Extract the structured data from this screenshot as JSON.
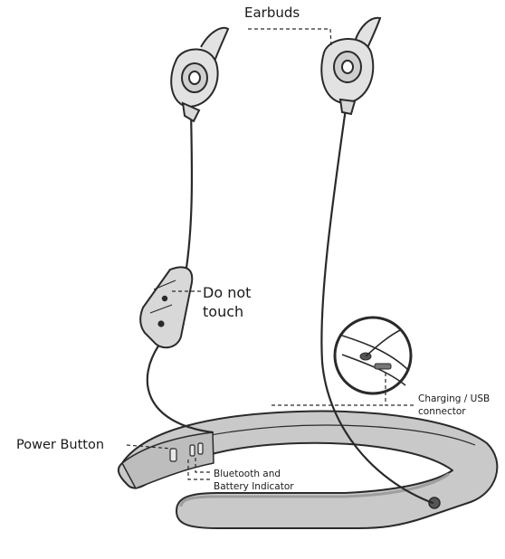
{
  "labels": {
    "earbuds": "Earbuds",
    "do_not_touch_line1": "Do not",
    "do_not_touch_line2": "touch",
    "charging_line1": "Charging / USB",
    "charging_line2": "connector",
    "power_button": "Power Button",
    "bluetooth_line1": "Bluetooth and",
    "bluetooth_line2": "Battery Indicator"
  },
  "colors": {
    "outline": "#2a2a2a",
    "band_fill": "#c9c9c9",
    "band_shadow": "#9e9e9e",
    "bud_fill": "#e2e2e2",
    "text": "#1a1a1a"
  }
}
